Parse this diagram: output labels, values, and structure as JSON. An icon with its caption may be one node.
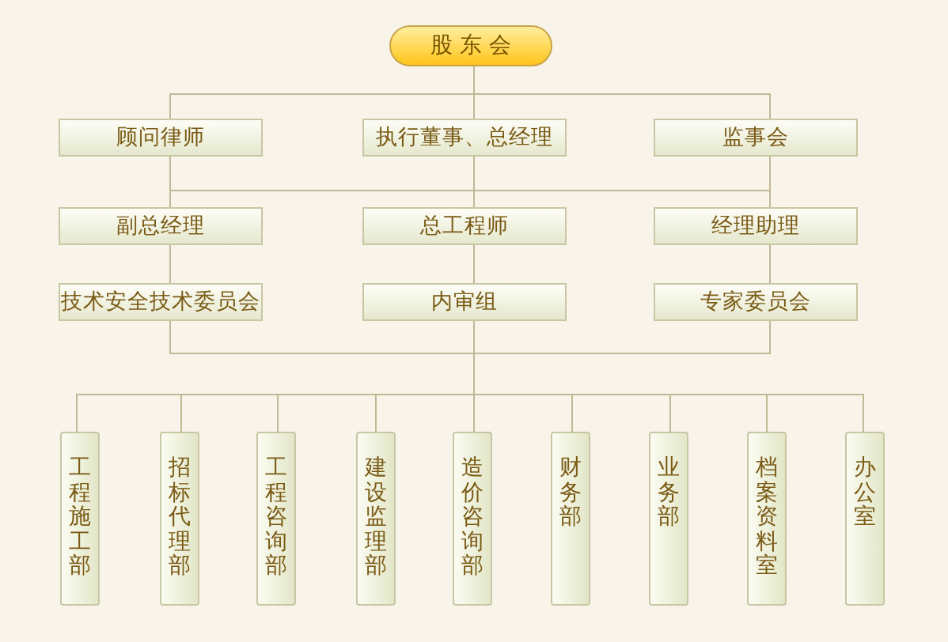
{
  "diagram": {
    "nodes": [
      {
        "text": [
          "股 东 会"
        ]
      },
      {
        "text": [
          "顾问律师"
        ]
      },
      {
        "text": [
          "执行董事、总经理"
        ]
      },
      {
        "text": [
          "监事会"
        ]
      },
      {
        "text": [
          "副总经理"
        ]
      },
      {
        "text": [
          "总工程师"
        ]
      },
      {
        "text": [
          "经理助理"
        ]
      },
      {
        "text": [
          "技术安全技术委员会"
        ]
      },
      {
        "text": [
          "内审组"
        ]
      },
      {
        "text": [
          "专家委员会"
        ]
      },
      {
        "text": [
          "工程施工部"
        ]
      },
      {
        "text": [
          "招标代理部"
        ]
      },
      {
        "text": [
          "工程咨询部"
        ]
      },
      {
        "text": [
          "建设监理部"
        ]
      },
      {
        "text": [
          "造价咨询部"
        ]
      },
      {
        "text": [
          "财务部"
        ]
      },
      {
        "text": [
          "业务部"
        ]
      },
      {
        "text": [
          "档案资料室"
        ]
      },
      {
        "text": [
          "办公室"
        ]
      }
    ],
    "edges": [
      {
        "from": 0,
        "to": 1,
        "arrow": "none"
      },
      {
        "from": 0,
        "to": 2,
        "arrow": "none"
      },
      {
        "from": 0,
        "to": 3,
        "arrow": "none"
      },
      {
        "from": 1,
        "to": 4,
        "arrow": "none"
      },
      {
        "from": 1,
        "to": 5,
        "arrow": "none"
      },
      {
        "from": 1,
        "to": 6,
        "arrow": "none"
      },
      {
        "from": 2,
        "to": 4,
        "arrow": "none"
      },
      {
        "from": 2,
        "to": 5,
        "arrow": "none"
      },
      {
        "from": 2,
        "to": 6,
        "arrow": "none"
      },
      {
        "from": 3,
        "to": 4,
        "arrow": "none"
      },
      {
        "from": 3,
        "to": 5,
        "arrow": "none"
      },
      {
        "from": 3,
        "to": 6,
        "arrow": "none"
      },
      {
        "from": 4,
        "to": 7,
        "arrow": "none"
      },
      {
        "from": 5,
        "to": 8,
        "arrow": "none"
      },
      {
        "from": 6,
        "to": 9,
        "arrow": "none"
      },
      {
        "from": 7,
        "to": 10,
        "arrow": "none"
      },
      {
        "from": 7,
        "to": 11,
        "arrow": "none"
      },
      {
        "from": 7,
        "to": 12,
        "arrow": "none"
      },
      {
        "from": 7,
        "to": 13,
        "arrow": "none"
      },
      {
        "from": 7,
        "to": 14,
        "arrow": "none"
      },
      {
        "from": 7,
        "to": 15,
        "arrow": "none"
      },
      {
        "from": 7,
        "to": 16,
        "arrow": "none"
      },
      {
        "from": 7,
        "to": 17,
        "arrow": "none"
      },
      {
        "from": 7,
        "to": 18,
        "arrow": "none"
      },
      {
        "from": 8,
        "to": 10,
        "arrow": "none"
      },
      {
        "from": 8,
        "to": 11,
        "arrow": "none"
      },
      {
        "from": 8,
        "to": 12,
        "arrow": "none"
      },
      {
        "from": 8,
        "to": 13,
        "arrow": "none"
      },
      {
        "from": 8,
        "to": 14,
        "arrow": "none"
      },
      {
        "from": 8,
        "to": 15,
        "arrow": "none"
      },
      {
        "from": 8,
        "to": 16,
        "arrow": "none"
      },
      {
        "from": 8,
        "to": 17,
        "arrow": "none"
      },
      {
        "from": 8,
        "to": 18,
        "arrow": "none"
      },
      {
        "from": 9,
        "to": 10,
        "arrow": "none"
      },
      {
        "from": 9,
        "to": 11,
        "arrow": "none"
      },
      {
        "from": 9,
        "to": 12,
        "arrow": "none"
      },
      {
        "from": 9,
        "to": 13,
        "arrow": "none"
      },
      {
        "from": 9,
        "to": 14,
        "arrow": "none"
      },
      {
        "from": 9,
        "to": 15,
        "arrow": "none"
      },
      {
        "from": 9,
        "to": 16,
        "arrow": "none"
      },
      {
        "from": 9,
        "to": 17,
        "arrow": "none"
      },
      {
        "from": 9,
        "to": 18,
        "arrow": "none"
      }
    ]
  }
}
